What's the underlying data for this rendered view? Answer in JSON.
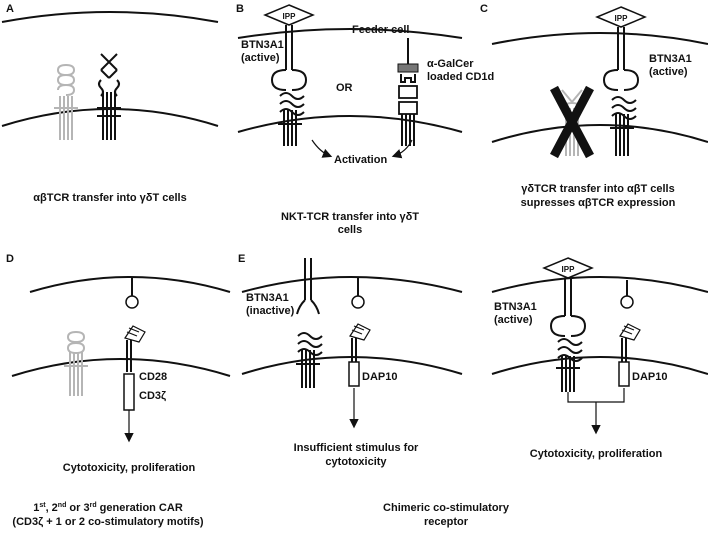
{
  "panels": {
    "A": {
      "letter": "A",
      "caption": "αβTCR transfer into γδT cells"
    },
    "B": {
      "letter": "B",
      "feeder": "Feeder cell",
      "ipp": "IPP",
      "btn_line1": "BTN3A1",
      "btn_line2": "(active)",
      "or": "OR",
      "cd1d_line1": "α-GalCer",
      "cd1d_line2": "loaded CD1d",
      "activation": "Activation",
      "caption_line1": "NKT-TCR transfer into γδT",
      "caption_line2": "cells"
    },
    "C": {
      "letter": "C",
      "ipp": "IPP",
      "btn_line1": "BTN3A1",
      "btn_line2": "(active)",
      "caption_line1": "γδTCR transfer into αβT cells",
      "caption_line2": "supresses αβTCR expression"
    },
    "D": {
      "letter": "D",
      "cd28": "CD28",
      "cd3z": "CD3ζ",
      "result": "Cytotoxicity, proliferation",
      "caption_line1_a": "1",
      "sup1": "st",
      "caption_line1_b": ", 2",
      "sup2": "nd",
      "caption_line1_c": " or 3",
      "sup3": "rd",
      "caption_line1_d": " generation CAR",
      "caption_line2": "(CD3ζ + 1 or 2 co-stimulatory motifs)"
    },
    "E": {
      "letter": "E",
      "btn_line1": "BTN3A1",
      "btn_line2": "(inactive)",
      "dap10": "DAP10",
      "result_line1": "Insufficient stimulus for",
      "result_line2": "cytotoxicity"
    },
    "F": {
      "ipp": "IPP",
      "btn_line1": "BTN3A1",
      "btn_line2": "(active)",
      "dap10": "DAP10",
      "result": "Cytotoxicity, proliferation",
      "caption_line1": "Chimeric co-stimulatory",
      "caption_line2": "receptor"
    }
  }
}
